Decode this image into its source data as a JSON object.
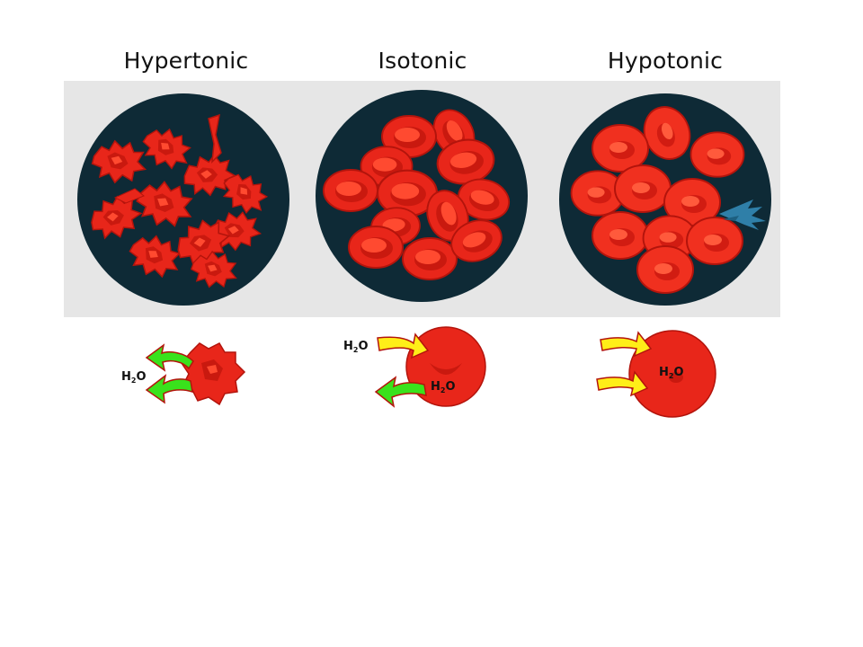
{
  "titles": {
    "hypertonic": "Hypertonic",
    "isotonic": "Isotonic",
    "hypotonic": "Hypotonic"
  },
  "labels": {
    "water_main": "H",
    "water_sub": "2",
    "water_tail": "O"
  },
  "colors": {
    "panel_bg": "#e6e6e6",
    "field_bg": "#0e2a36",
    "cell_red": "#e8261a",
    "cell_light": "#ff4a30",
    "cell_dark": "#b3140c",
    "arrow_out": "#39e21c",
    "arrow_in": "#ffee18",
    "arrow_outline": "#b3140c",
    "burst": "#2f7fa8"
  }
}
